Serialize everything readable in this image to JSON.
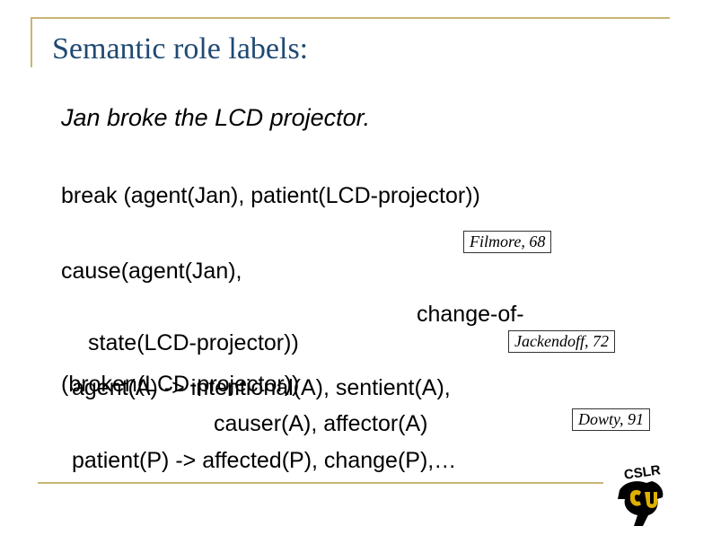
{
  "title": "Semantic role labels:",
  "sentence": "Jan broke the LCD projector.",
  "lines": {
    "break": "break (agent(Jan), patient(LCD-projector))",
    "cause": "cause(agent(Jan),",
    "change": "change-of-",
    "state": "state(LCD-projector))",
    "broken": "(broken(LCD-projector))",
    "agent": "agent(A) -> intentional(A), sentient(A),",
    "causer": "causer(A), affector(A)",
    "patient": "patient(P) -> affected(P), change(P),…"
  },
  "citations": {
    "filmore": "Filmore, 68",
    "jackendoff": "Jackendoff, 72",
    "dowty": "Dowty, 91"
  },
  "logo": {
    "text": "CSLR"
  },
  "colors": {
    "title": "#1f4a73",
    "rule": "#c8b572",
    "logo": "#000000"
  }
}
